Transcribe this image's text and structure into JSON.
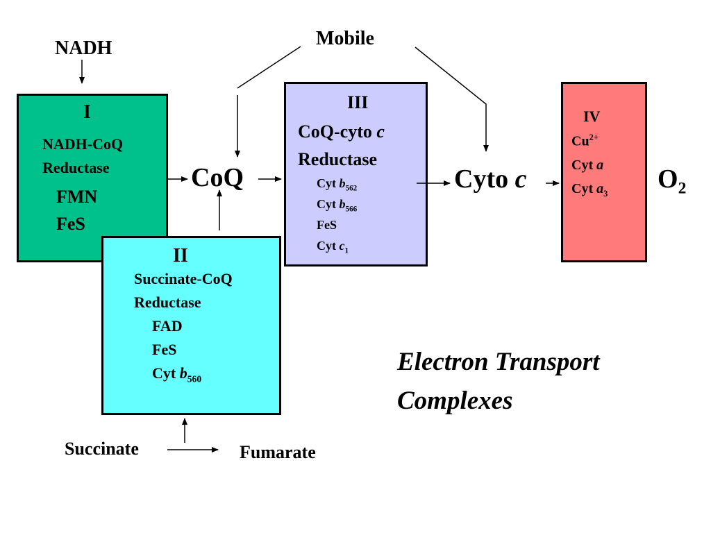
{
  "labels": {
    "nadh": "NADH",
    "mobile": "Mobile",
    "coq": "CoQ",
    "cyto_c_main": "Cyto ",
    "cyto_c_italic": "c",
    "o2_main": "O",
    "o2_sub": "2",
    "succinate": "Succinate",
    "fumarate": "Fumarate",
    "title_line1": "Electron Transport",
    "title_line2": "Complexes"
  },
  "complex1": {
    "numeral": "I",
    "name_line1": "NADH-CoQ",
    "name_line2": "Reductase",
    "cofactor1": "FMN",
    "cofactor2": "FeS"
  },
  "complex2": {
    "numeral": "II",
    "name_line1": "Succinate-CoQ",
    "name_line2": "Reductase",
    "cofactor1": "FAD",
    "cofactor2": "FeS",
    "cyt_prefix": "Cyt ",
    "cyt_letter": "b",
    "cyt_sub": "560"
  },
  "complex3": {
    "numeral": "III",
    "name_line1_a": "CoQ-cyto ",
    "name_line1_b": "c",
    "name_line2": "Reductase",
    "cyt1_prefix": "Cyt ",
    "cyt1_letter": "b",
    "cyt1_sub": "562",
    "cyt2_prefix": "Cyt ",
    "cyt2_letter": "b",
    "cyt2_sub": "566",
    "cofactor": "FeS",
    "cyt3_prefix": "Cyt ",
    "cyt3_letter": "c",
    "cyt3_sub": "1"
  },
  "complex4": {
    "numeral": "IV",
    "cu_main": "Cu",
    "cu_sup": "2+",
    "cyta_prefix": "Cyt ",
    "cyta_letter": "a",
    "cyta3_prefix": "Cyt ",
    "cyta3_letter": "a",
    "cyta3_sub": "3"
  },
  "colors": {
    "complex1": "#00c08b",
    "complex2": "#66ffff",
    "complex3": "#ccccff",
    "complex4": "#ff7a7a"
  }
}
